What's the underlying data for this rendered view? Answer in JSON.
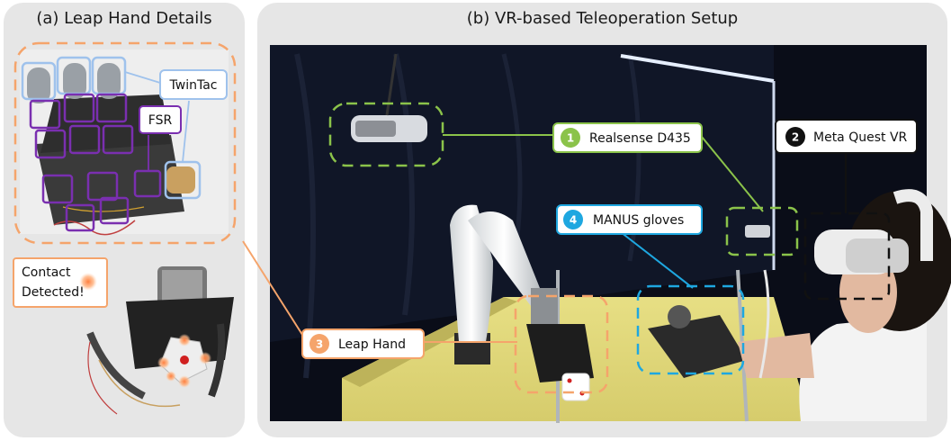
{
  "panel_a": {
    "title": "(a) Leap Hand Details",
    "labels": {
      "twintac": "TwinTac",
      "fsr": "FSR",
      "contact_line1": "Contact",
      "contact_line2": "Detected!"
    }
  },
  "panel_b": {
    "title": "(b) VR-based Teleoperation Setup",
    "callouts": [
      {
        "number": "1",
        "text": "Realsense D435",
        "color": "#8bc34a"
      },
      {
        "number": "2",
        "text": "Meta Quest VR",
        "color": "#111111"
      },
      {
        "number": "3",
        "text": "Leap Hand",
        "color": "#f5a46b"
      },
      {
        "number": "4",
        "text": "MANUS gloves",
        "color": "#1ea7e0"
      }
    ]
  },
  "colors": {
    "twintac": "#9fc2ec",
    "fsr": "#7a2fb0",
    "leap_orange": "#f5a46b",
    "realsense_green": "#8bc34a",
    "manus_blue": "#1ea7e0",
    "meta_black": "#111111"
  }
}
